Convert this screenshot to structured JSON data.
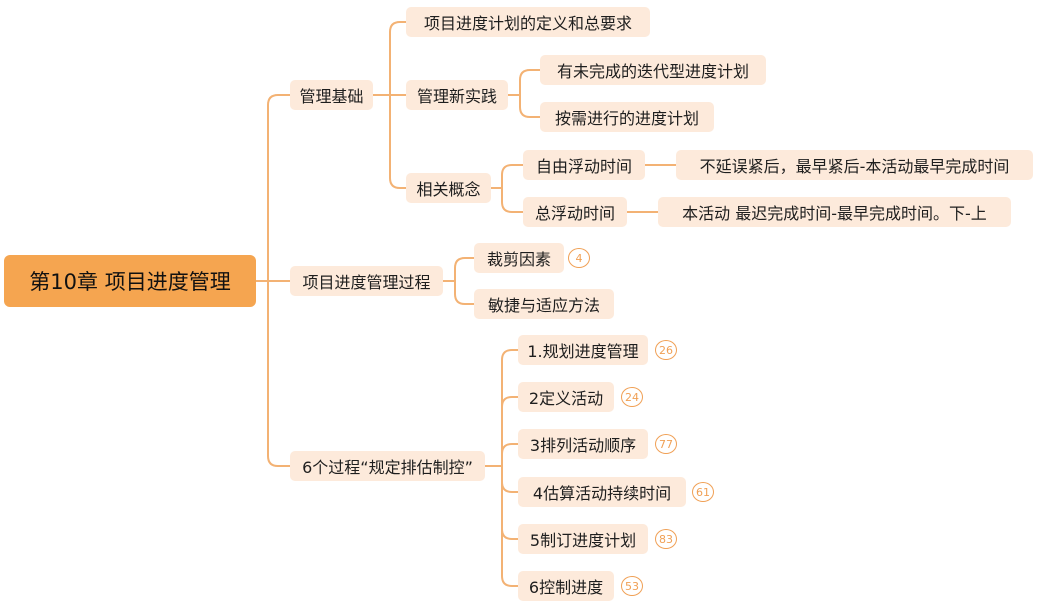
{
  "root": "第10章 项目进度管理",
  "branches": {
    "basics": {
      "label": "管理基础",
      "definition": "项目进度计划的定义和总要求",
      "new_practice": {
        "label": "管理新实践",
        "iterative": "有未完成的迭代型进度计划",
        "on_demand": "按需进行的进度计划"
      },
      "concepts": {
        "label": "相关概念",
        "free_float": "自由浮动时间",
        "free_float_def": "不延误紧后，最早紧后-本活动最早完成时间",
        "total_float": "总浮动时间",
        "total_float_def": "本活动 最迟完成时间-最早完成时间。下-上"
      }
    },
    "process": {
      "label": "项目进度管理过程",
      "tailoring": "裁剪因素",
      "tailoring_count": "4",
      "agile": "敏捷与适应方法"
    },
    "six": {
      "label": "6个过程“规定排估制控”",
      "items": [
        {
          "label": "1.规划进度管理",
          "count": "26"
        },
        {
          "label": "2定义活动",
          "count": "24"
        },
        {
          "label": "3排列活动顺序",
          "count": "77"
        },
        {
          "label": "4估算活动持续时间",
          "count": "61"
        },
        {
          "label": "5制订进度计划",
          "count": "83"
        },
        {
          "label": "6控制进度",
          "count": "53"
        }
      ]
    }
  },
  "colors": {
    "root": "#f5a550",
    "node": "#fdeadb",
    "line": "#f3b274",
    "badge": "#f0a055"
  }
}
